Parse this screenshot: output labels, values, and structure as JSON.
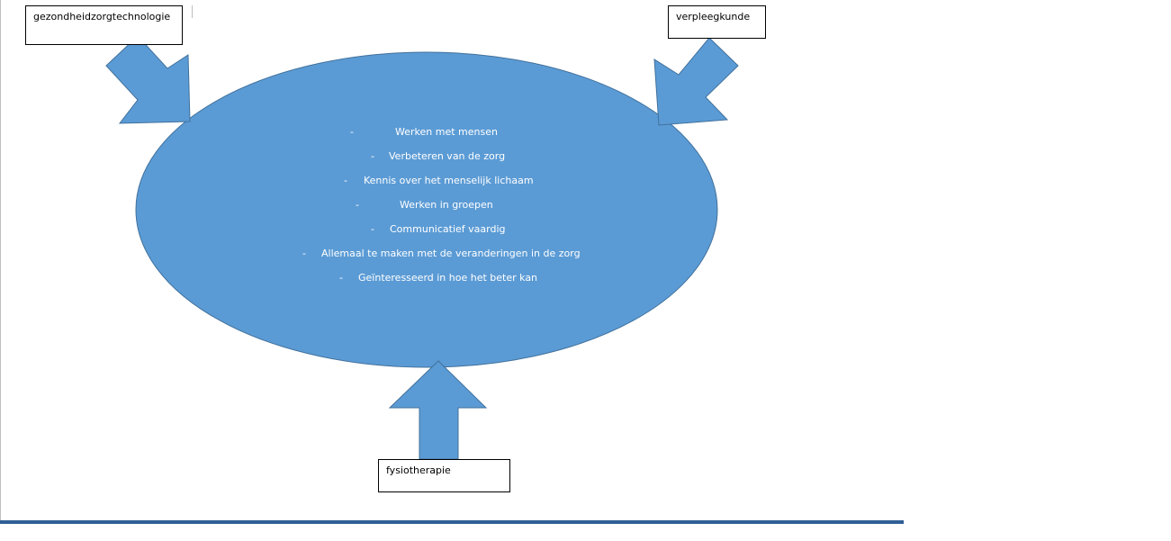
{
  "colors": {
    "shape_fill": "#5b9bd5",
    "shape_stroke": "#41719c",
    "item_text": "#ffffff",
    "bottom_bar": "#2f5f96"
  },
  "diagram": {
    "labels": {
      "top_left": "gezondheidzorgtechnologie",
      "top_right": "verpleegkunde",
      "bottom": "fysiotherapie"
    },
    "bullet_marker": "-",
    "items": [
      "Werken met mensen",
      "Verbeteren van de zorg",
      "Kennis over het menselijk lichaam",
      "Werken in groepen",
      "Communicatief vaardig",
      "Allemaal te maken met de veranderingen in de zorg",
      "Geïnteresseerd in hoe het beter kan"
    ]
  }
}
